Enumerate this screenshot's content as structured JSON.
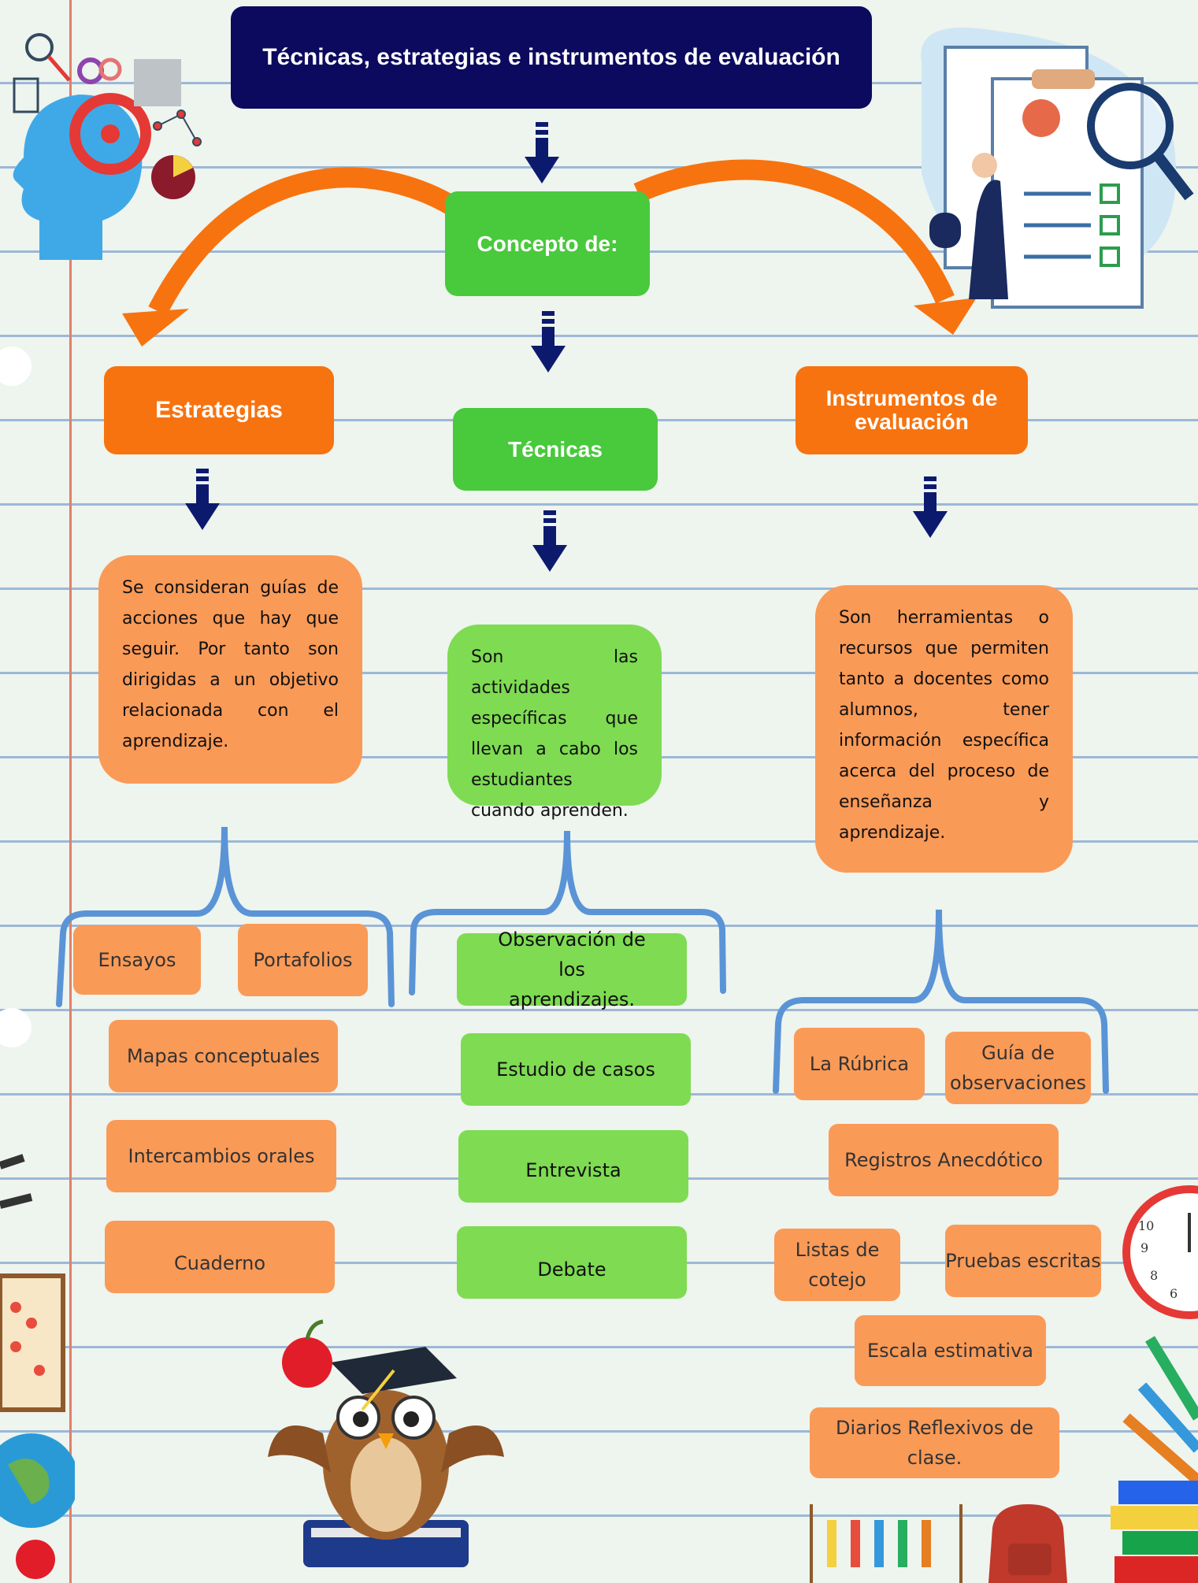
{
  "title": "Técnicas, estrategias  e instrumentos de evaluación",
  "concept": "Concepto de:",
  "columns": {
    "strategies": {
      "header": "Estrategias",
      "description": "Se consideran guías de acciones que hay que seguir. Por tanto son dirigidas a un objetivo relacionada con el aprendizaje.",
      "items": [
        "Ensayos",
        "Portafolios",
        "Mapas conceptuales",
        "Intercambios orales",
        "Cuaderno"
      ]
    },
    "techniques": {
      "header": "Técnicas",
      "description": "Son las actividades específicas que llevan a cabo los estudiantes cuando aprenden.",
      "items": [
        "Observación de los aprendizajes.",
        "Estudio de casos",
        "Entrevista",
        "Debate"
      ]
    },
    "instruments": {
      "header": "Instrumentos de evaluación",
      "description": "Son herramientas o recursos que permiten tanto a docentes como alumnos, tener información específica acerca del proceso de enseñanza y aprendizaje.",
      "items": [
        "La Rúbrica",
        "Guía de observaciones",
        "Registros Anecdótico",
        "Listas de cotejo",
        "Pruebas escritas",
        "Escala estimativa",
        "Diarios Reflexivos de  clase."
      ]
    }
  },
  "colors": {
    "title_bg": "#0c0a5e",
    "green": "#49c93c",
    "orange": "#f7730f",
    "light_orange": "#fa9a57",
    "light_green": "#7edb52",
    "arrow": "#0c1a6e",
    "brace": "#5a94d6"
  },
  "icons": [
    "head-gears-icon",
    "clipboard-checklist-icon",
    "owl-graduate-icon",
    "wall-clock-icon",
    "pencils-icon",
    "abacus-icon",
    "globe-icon",
    "books-icon",
    "apple-icon",
    "backpack-icon"
  ]
}
